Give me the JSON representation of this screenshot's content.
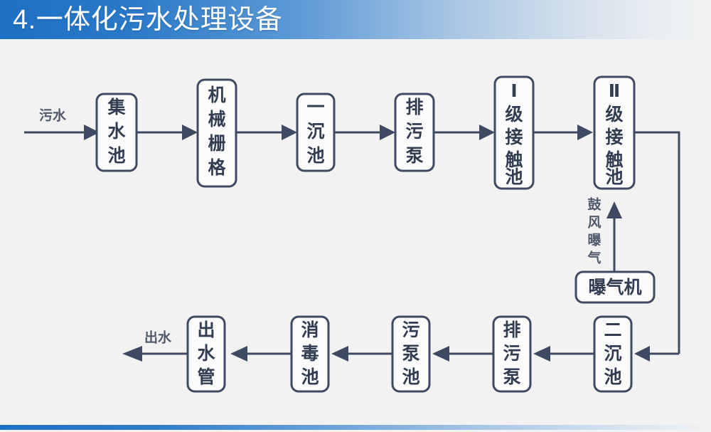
{
  "header": {
    "title": "4.一体化污水处理设备",
    "bar_color_start": "#1e70c4",
    "bar_color_end": "#f1f2f2"
  },
  "footer": {
    "bar_color_start": "#1e70c4",
    "bar_color_end": "#f1f2f2"
  },
  "diagram": {
    "type": "process-flow",
    "line_color": "#3d4a61",
    "node_fill": "#fbfbfb",
    "background": "#f2f2f2",
    "row1_nodes": [
      {
        "id": "jishuichi",
        "label": "集水池",
        "chars": [
          "集",
          "水",
          "池"
        ]
      },
      {
        "id": "jixieshange",
        "label": "机械栅格",
        "chars": [
          "机",
          "械",
          "栅",
          "格"
        ]
      },
      {
        "id": "yichenchi",
        "label": "一沉池",
        "chars": [
          "一",
          "沉",
          "池"
        ]
      },
      {
        "id": "paiwubeng",
        "label": "排污泵",
        "chars": [
          "排",
          "污",
          "泵"
        ]
      },
      {
        "id": "jiechu1",
        "label": "Ⅰ级接触池",
        "chars": [
          "Ⅰ",
          "级",
          "接",
          "触",
          "池"
        ]
      },
      {
        "id": "jiechu2",
        "label": "Ⅱ级接触池",
        "chars": [
          "Ⅱ",
          "级",
          "接",
          "触",
          "池"
        ]
      }
    ],
    "row2_nodes": [
      {
        "id": "chushuiguan",
        "label": "出水管",
        "chars": [
          "出",
          "水",
          "管"
        ]
      },
      {
        "id": "xiaoduchi",
        "label": "消毒池",
        "chars": [
          "消",
          "毒",
          "池"
        ]
      },
      {
        "id": "wubengchi",
        "label": "污泵池",
        "chars": [
          "污",
          "泵",
          "池"
        ]
      },
      {
        "id": "paiwubeng2",
        "label": "排污泵",
        "chars": [
          "排",
          "污",
          "泵"
        ]
      },
      {
        "id": "erchenchi",
        "label": "二沉池",
        "chars": [
          "二",
          "沉",
          "池"
        ]
      }
    ],
    "aux_nodes": [
      {
        "id": "puqiji",
        "label": "曝气机",
        "orientation": "horizontal"
      }
    ],
    "edge_labels": [
      {
        "id": "inlet",
        "label": "污水",
        "orientation": "horizontal"
      },
      {
        "id": "outlet",
        "label": "出水",
        "orientation": "horizontal"
      },
      {
        "id": "aeration",
        "label": "鼓风曝气",
        "chars": [
          "鼓",
          "风",
          "曝",
          "气"
        ],
        "orientation": "vertical"
      }
    ],
    "flow_sequence": [
      "污水",
      "集水池",
      "机械栅格",
      "一沉池",
      "排污泵",
      "Ⅰ级接触池",
      "Ⅱ级接触池",
      "二沉池",
      "排污泵",
      "污泵池",
      "消毒池",
      "出水管",
      "出水"
    ]
  }
}
